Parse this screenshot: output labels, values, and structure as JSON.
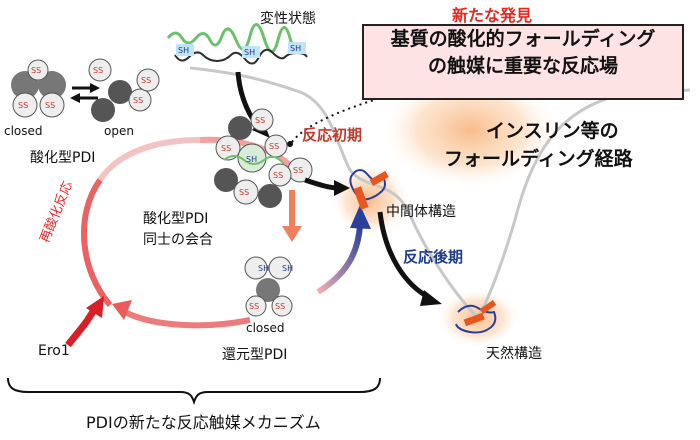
{
  "headline": "新たな発見",
  "callout": {
    "line1": "基質の酸化的フォールディング",
    "line2": "の触媒に重要な反応場"
  },
  "labels": {
    "denatured": "変性状態",
    "closed_top": "closed",
    "open_top": "open",
    "oxidized_pdi": "酸化型PDI",
    "assoc_line1": "酸化型PDI",
    "assoc_line2": "同士の会合",
    "reoxidation": "再酸化反応",
    "ero1": "Ero1",
    "closed_bottom": "closed",
    "reduced_pdi": "還元型PDI",
    "early": "反応初期",
    "pathway_line1": "インスリン等の",
    "pathway_line2": "フォールディング経路",
    "intermediate": "中間体構造",
    "late": "反応後期",
    "native": "天然構造",
    "mechanism": "PDIの新たな反応触媒メカニズム"
  },
  "disulfide_label": "SS",
  "thiol_label": "SH",
  "colors": {
    "headline": "#e8281e",
    "box_fill": "#fde3e3",
    "cycle_red": "#e8282a",
    "cycle_blue": "#2b3f9a",
    "early_text": "#c0392b",
    "late_text": "#1f3c88",
    "funnel_glow": "#f7b27a",
    "protein_dark": "#4a4a4a",
    "chain_green": "#6ac16a",
    "chain_blue": "#4d9ed8"
  }
}
